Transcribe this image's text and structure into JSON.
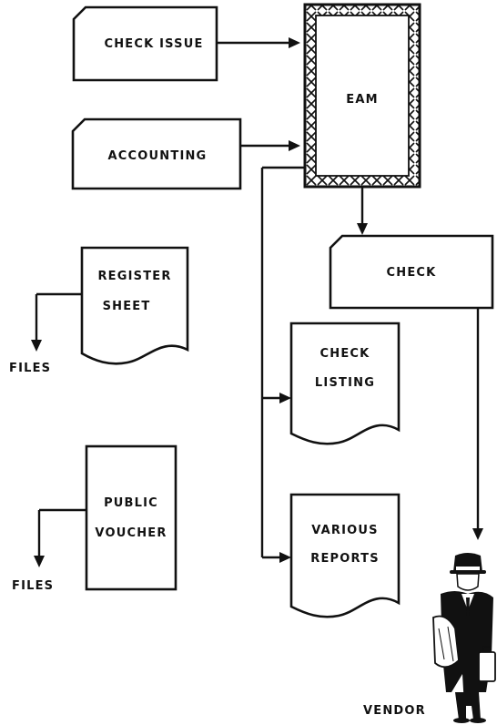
{
  "nodes": {
    "check_issue": "CHECK ISSUE",
    "accounting": "ACCOUNTING",
    "eam": "EAM",
    "check": "CHECK",
    "register_line1": "REGISTER",
    "register_line2": "SHEET",
    "check_listing_line1": "CHECK",
    "check_listing_line2": "LISTING",
    "public_voucher_line1": "PUBLIC",
    "public_voucher_line2": "VOUCHER",
    "various_reports_line1": "VARIOUS",
    "various_reports_line2": "REPORTS",
    "files_1": "FILES",
    "files_2": "FILES",
    "vendor": "VENDOR"
  },
  "icons": {
    "vendor": "businessman-with-briefcase-icon"
  }
}
